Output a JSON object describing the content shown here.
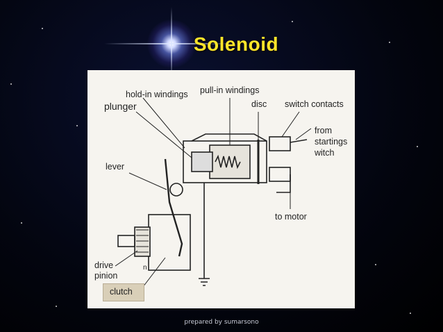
{
  "title": "Solenoid",
  "labels": {
    "hold_in_windings": "hold-in windings",
    "pull_in_windings": "pull-in windings",
    "plunger": "plunger",
    "disc": "disc",
    "switch_contacts": "switch contacts",
    "from_line1": "from",
    "from_line2": "startings",
    "from_line3": "witch",
    "lever": "lever",
    "to_motor": "to motor",
    "drive_line1": "drive",
    "drive_line2": "pinion",
    "clutch": "clutch",
    "n_mark": "n"
  },
  "footer": "prepared by sumarsono",
  "colors": {
    "title": "#ffe52a",
    "panel": "#f6f4ef",
    "ink": "#222222"
  }
}
